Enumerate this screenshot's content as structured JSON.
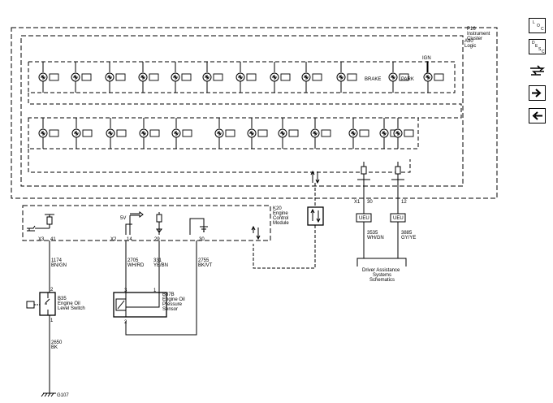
{
  "cluster": {
    "id": "P16",
    "name_line1": "Instrument",
    "name_line2": "Cluster",
    "logic_id": "A90",
    "logic_label": "Logic",
    "ign_label": "IGN",
    "brake_label": "BRAKE",
    "park_label": "PARK",
    "connector_x1": "X1",
    "pin_30": "30",
    "pin_12": "12",
    "ueu_left": "UEU",
    "ueu_right": "UEU"
  },
  "module": {
    "id": "K20",
    "line1": "Engine",
    "line2": "Control",
    "line3": "Module",
    "voltage": "5V",
    "connector_x3": "X3",
    "pin_41": "41",
    "connector_x2": "X2",
    "pin_14": "14",
    "pin_29": "29",
    "pin_30": "30"
  },
  "wires": {
    "w1174_circuit": "1174",
    "w1174_color": "BN/GN",
    "w2705_circuit": "2705",
    "w2705_color": "WH/RD",
    "w331_circuit": "331",
    "w331_color": "YE/BN",
    "w2755_circuit": "2755",
    "w2755_color": "BK/VT",
    "w3535_circuit": "3535",
    "w3535_color": "WH/GN",
    "w3885_circuit": "3885",
    "w3885_color": "GY/YE",
    "w2650_circuit": "2650",
    "w2650_color": "BK"
  },
  "b35": {
    "id": "B35",
    "line1": "Engine Oil",
    "line2": "Level Switch",
    "pin_2": "2",
    "pin_1": "1"
  },
  "b37b": {
    "id": "B37B",
    "line1": "Engine Oil",
    "line2": "Pressure",
    "line3": "Sensor",
    "pin_3": "3",
    "pin_1": "1",
    "pin_2": "2"
  },
  "driver_assist": {
    "line1": "Driver Assistance",
    "line2": "Systems",
    "line3": "Schematics"
  },
  "ground": {
    "id": "G107"
  },
  "side_buttons": {
    "loc_letters": [
      "L",
      "O",
      "C"
    ],
    "desc_letters": [
      "D",
      "E",
      "S",
      "C"
    ]
  }
}
